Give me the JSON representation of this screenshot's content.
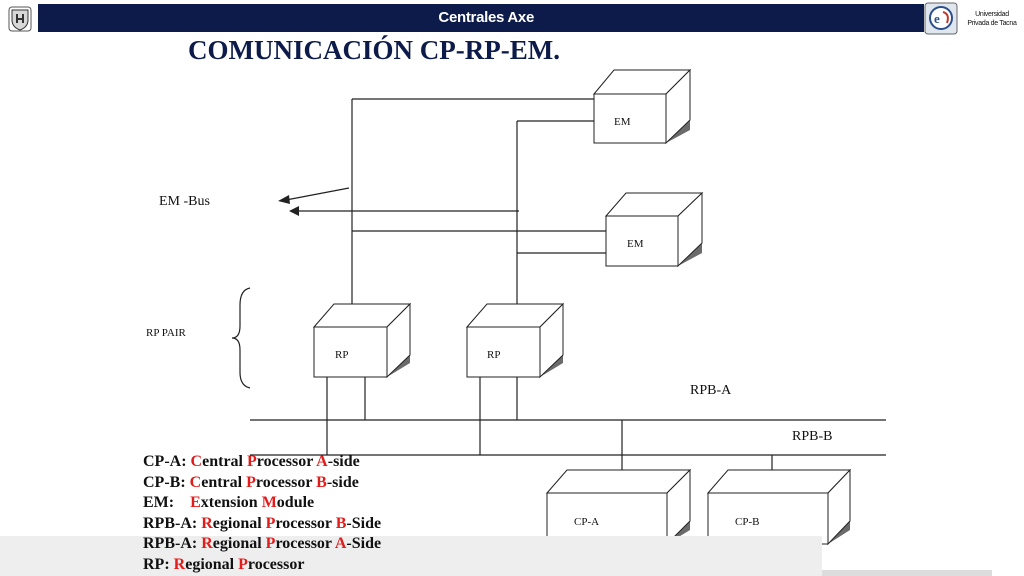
{
  "header": {
    "title": "Centrales Axe"
  },
  "university": {
    "line1": "Universidad",
    "line2": "Privada de Tacna"
  },
  "page_title": "COMUNICACIÓN CP-RP-EM.",
  "diagram": {
    "em_bus_label": "EM -Bus",
    "rp_pair_label": "RP PAIR",
    "rpb_a_label": "RPB-A",
    "rpb_b_label": "RPB-B",
    "boxes": {
      "em1": "EM",
      "em2": "EM",
      "rp1": "RP",
      "rp2": "RP",
      "cpa": "CP-A",
      "cpb": "CP-B"
    }
  },
  "legend": [
    {
      "pre": "CP-A: ",
      "segments": [
        "C",
        "entral ",
        "P",
        "rocessor ",
        "A",
        "-side"
      ]
    },
    {
      "pre": "CP-B: ",
      "segments": [
        "C",
        "entral ",
        "P",
        "rocessor ",
        "B",
        "-side"
      ]
    },
    {
      "pre": "EM:    ",
      "segments": [
        "E",
        "xtension ",
        "M",
        "odule"
      ]
    },
    {
      "pre": "RPB-A: ",
      "segments": [
        "R",
        "egional ",
        "P",
        "rocessor ",
        "B",
        "-Side"
      ]
    },
    {
      "pre": "RPB-A: ",
      "segments": [
        "R",
        "egional ",
        "P",
        "rocessor ",
        "A",
        "-Side"
      ]
    },
    {
      "pre": "RP: ",
      "segments": [
        "R",
        "egional ",
        "P",
        "rocessor"
      ]
    }
  ],
  "colors": {
    "header_bg": "#0d1b4a",
    "highlight": "#e21b1b",
    "box_shadow": "#6b6b6b"
  }
}
